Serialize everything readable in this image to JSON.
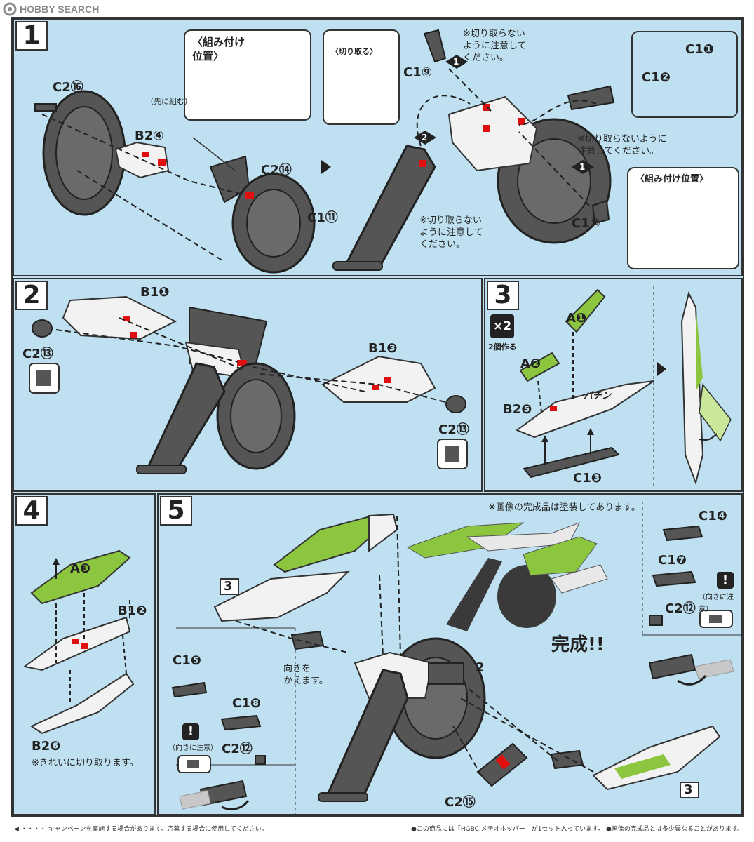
{
  "watermark": {
    "text": "HOBBY SEARCH",
    "icon": "hobbysearch-logo-icon"
  },
  "colors": {
    "background": "#bfe0f0",
    "part_gray": "#4a4a4a",
    "part_white": "#f2f2f2",
    "part_green": "#8cc63f",
    "accent_red": "#e01010",
    "outline": "#333333"
  },
  "steps": [
    {
      "number": "1",
      "labels": [
        "C2⑯",
        "B2④",
        "C2⑭",
        "C1⑨",
        "C1⑪",
        "C1⑩",
        "C1❶",
        "C1❷"
      ],
      "callout_position": "〈組み付け\n位置〉",
      "callout_cut": "〈切り取る〉",
      "callout_first": "（先に組む）",
      "note_no_cut_1": "※切り取らない\nように注意して\nください。",
      "note_no_cut_2": "※切り取らないように\n注意してください。",
      "note_no_cut_3": "※切り取らない\nように注意して\nください。",
      "callout_position_2": "〈組み付け位置〉",
      "order_markers": [
        "1",
        "2",
        "1"
      ]
    },
    {
      "number": "2",
      "labels": [
        "B1❶",
        "C2⑬",
        "B1❸",
        "C2⑬"
      ]
    },
    {
      "number": "3",
      "badge": "×2",
      "badge_caption": "2個作る",
      "labels": [
        "A❶",
        "A❷",
        "B2❺",
        "C1❸"
      ],
      "sound": "パチン"
    },
    {
      "number": "4",
      "labels": [
        "A❸",
        "B1❷",
        "B2❻"
      ],
      "note": "※きれいに切り取ります。"
    },
    {
      "number": "5",
      "labels": [
        "C1❺",
        "C1❽",
        "C2⑫",
        "C2⑮",
        "C1❹",
        "C1❼",
        "C2⑫"
      ],
      "subassembly_refs": [
        "3",
        "2",
        "3"
      ],
      "note_painted": "※画像の完成品は塗装してあります。",
      "note_turn": "向きを\nかえます。",
      "caution_caption": "（向きに注意）",
      "caution_caption_2": "（向きに注意）",
      "complete": "完成!!"
    }
  ],
  "footer": {
    "left": "◀ ・・・・ キャンペーンを実施する場合があります。応募する場合に使用してください。",
    "right": "●この商品には「HGBC メテオホッパー」が1セット入っています。 ●画像の完成品とは多少異なることがあります。"
  }
}
